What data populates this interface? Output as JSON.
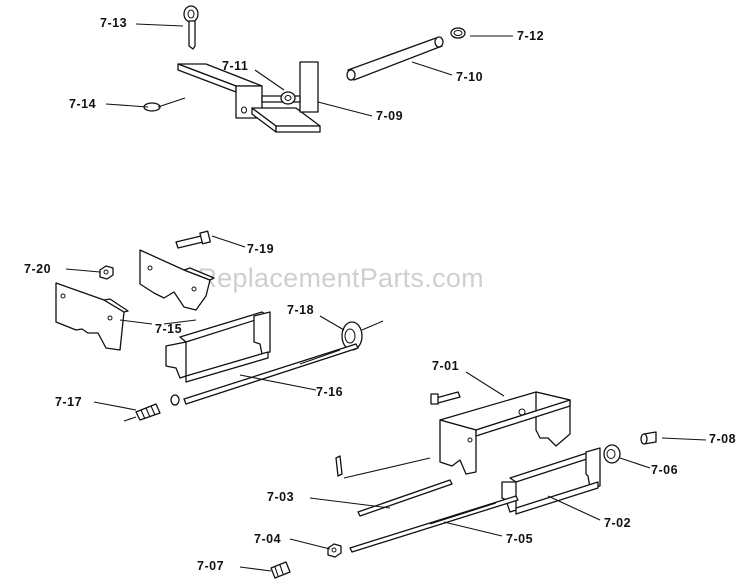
{
  "watermark": "eReplacementParts.com",
  "labels": {
    "p13": "7-13",
    "p12": "7-12",
    "p11": "7-11",
    "p10": "7-10",
    "p14": "7-14",
    "p09": "7-09",
    "p19": "7-19",
    "p20": "7-20",
    "p18": "7-18",
    "p15": "7-15",
    "p16": "7-16",
    "p17": "7-17",
    "p01": "7-01",
    "p08": "7-08",
    "p06": "7-06",
    "p03": "7-03",
    "p02": "7-02",
    "p04": "7-04",
    "p05": "7-05",
    "p07": "7-07"
  }
}
